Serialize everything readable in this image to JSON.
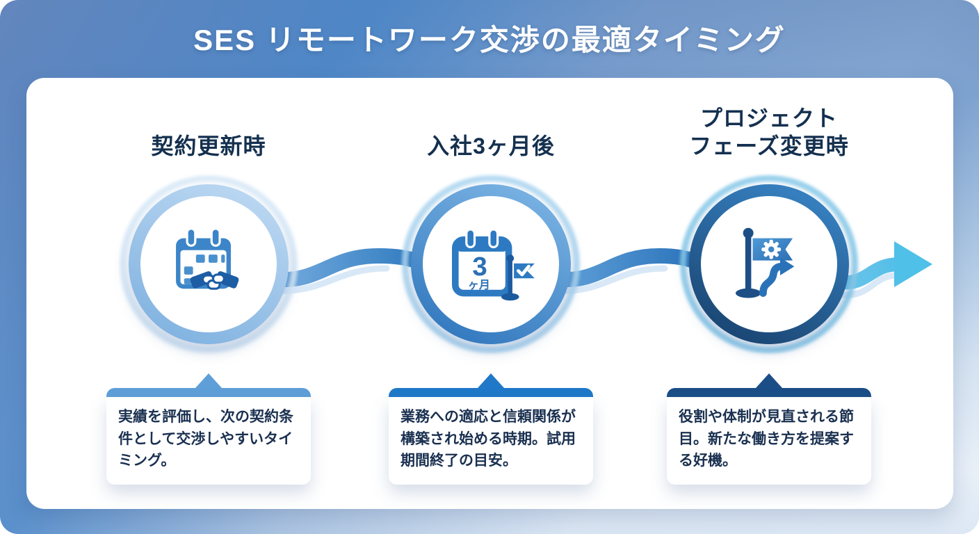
{
  "title": "SES リモートワーク交渉の最適タイミング",
  "steps": [
    {
      "label_line1": "契約更新時",
      "icon": "calendar-handshake-icon",
      "description": "実績を評価し、次の契約条件として交渉しやすいタイミング。",
      "accent": "#5f9fd8",
      "ring_from": "#c2dcf4",
      "ring_to": "#7aaede",
      "halo": "#d9eaf8"
    },
    {
      "label_line1": "入社3ヶ月後",
      "icon": "calendar-3months-flag-icon",
      "icon_number": "3",
      "icon_unit": "ヶ月",
      "description": "業務への適応と信頼関係が構築され始める時期。試用期間終了の目安。",
      "accent": "#1f78c8",
      "ring_from": "#82b9e7",
      "ring_to": "#2a72ba",
      "halo": "#aed7f1"
    },
    {
      "label_line1": "プロジェクト",
      "label_line2": "フェーズ変更時",
      "icon": "project-phase-flag-icon",
      "description": "役割や体制が見直される節目。新たな働き方を提案する好機。",
      "accent": "#1b4e87",
      "ring_from": "#3b89cc",
      "ring_to": "#163e68",
      "halo": "#8acbea"
    }
  ],
  "flow": {
    "connector_from": "#74abde",
    "connector_to": "#2f7abf",
    "arrow_color": "#4fc0e7"
  }
}
